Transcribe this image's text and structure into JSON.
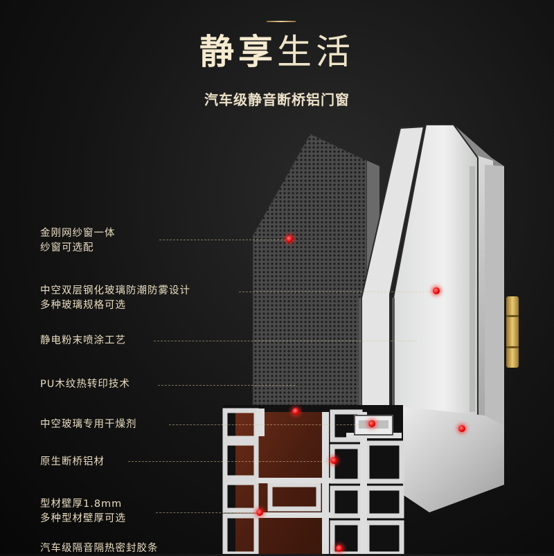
{
  "header": {
    "title_bold": "静享",
    "title_thin": "生活",
    "subtitle": "汽车级静音断桥铝门窗"
  },
  "features": [
    {
      "line1": "金刚网纱窗一体",
      "line2": "纱窗可选配"
    },
    {
      "line1": "中空双层钢化玻璃防潮防雾设计",
      "line2": "多种玻璃规格可选"
    },
    {
      "line1": "静电粉末喷涂工艺",
      "line2": ""
    },
    {
      "line1": "PU木纹热转印技术",
      "line2": ""
    },
    {
      "line1": "中空玻璃专用干燥剂",
      "line2": ""
    },
    {
      "line1": "原生断桥铝材",
      "line2": ""
    },
    {
      "line1": "型材壁厚1.8mm",
      "line2": "多种型材壁厚可选"
    },
    {
      "line1": "汽车级隔音隔热密封胶条",
      "line2": ""
    }
  ],
  "colors": {
    "background": "#111111",
    "gold_text": "#e9dcc0",
    "marker_red": "#e00000",
    "aluminum": "#d4d4d4",
    "wood": "#5a2414",
    "hinge": "#c9a44a"
  }
}
